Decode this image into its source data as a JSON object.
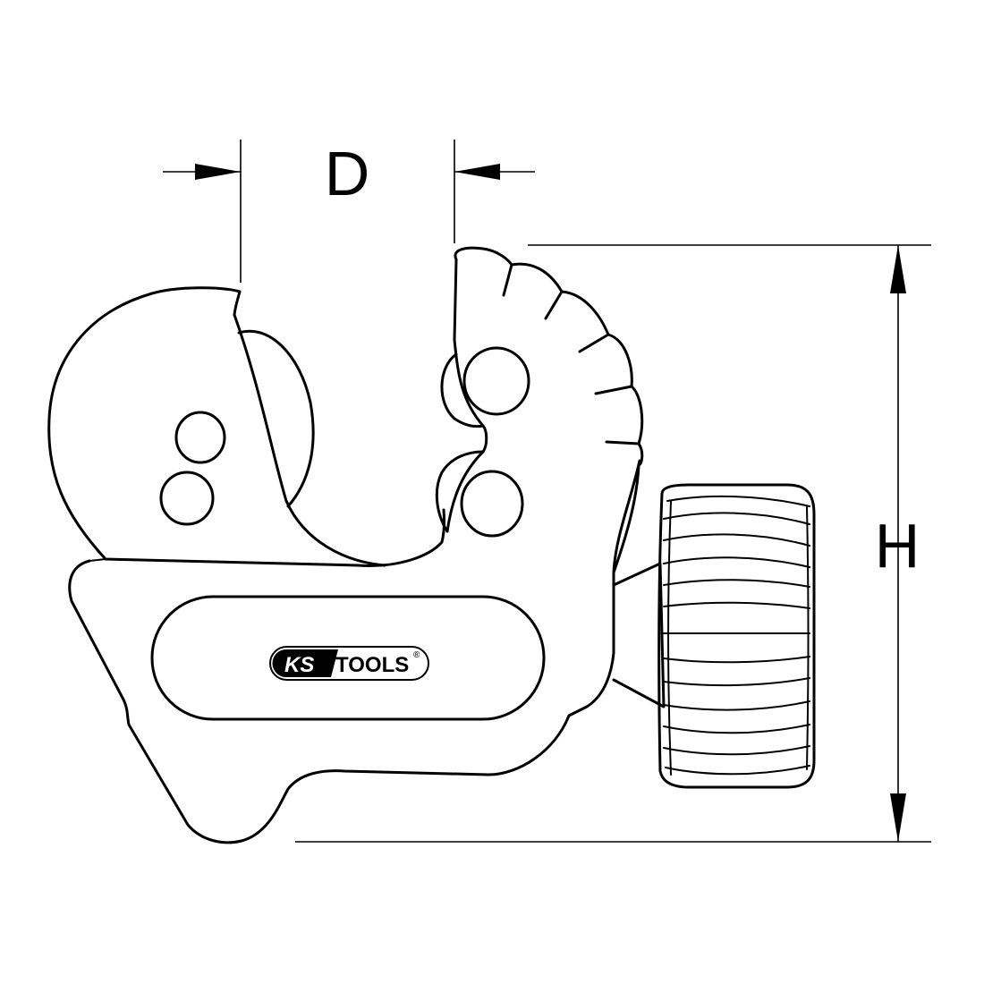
{
  "dimensions": {
    "diameter_label": "D",
    "height_label": "H"
  },
  "logo": {
    "brand_part1": "KS",
    "brand_part2": "TOOLS",
    "mark": "®"
  },
  "colors": {
    "line": "#000000",
    "background": "#ffffff"
  }
}
